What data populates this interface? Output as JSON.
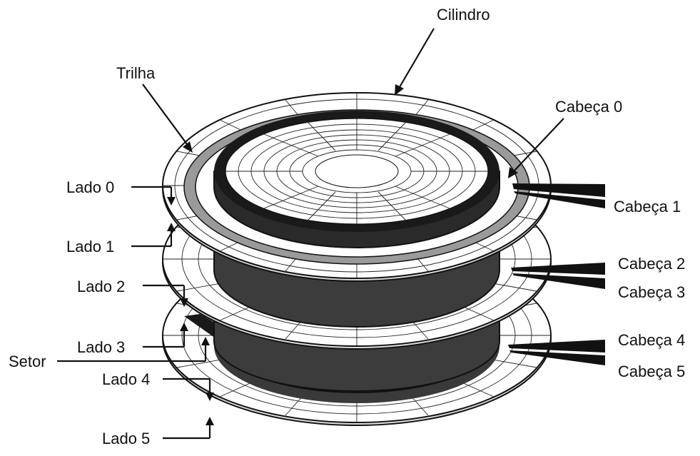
{
  "diagram": {
    "labels": {
      "cilindro": "Cilindro",
      "trilha": "Trilha",
      "setor": "Setor",
      "cabeca0": "Cabeça 0",
      "cabeca1": "Cabeça 1",
      "cabeca2": "Cabeça 2",
      "cabeca3": "Cabeça 3",
      "cabeca4": "Cabeça 4",
      "cabeca5": "Cabeça 5",
      "lado0": "Lado 0",
      "lado1": "Lado 1",
      "lado2": "Lado 2",
      "lado3": "Lado 3",
      "lado4": "Lado 4",
      "lado5": "Lado 5"
    },
    "colors": {
      "ink": "#111111",
      "cylinder_dark": "#1a1a1a",
      "cylinder_side": "#3a3a3a",
      "track_band": "#9a9a9a",
      "platter": "#ffffff"
    }
  }
}
